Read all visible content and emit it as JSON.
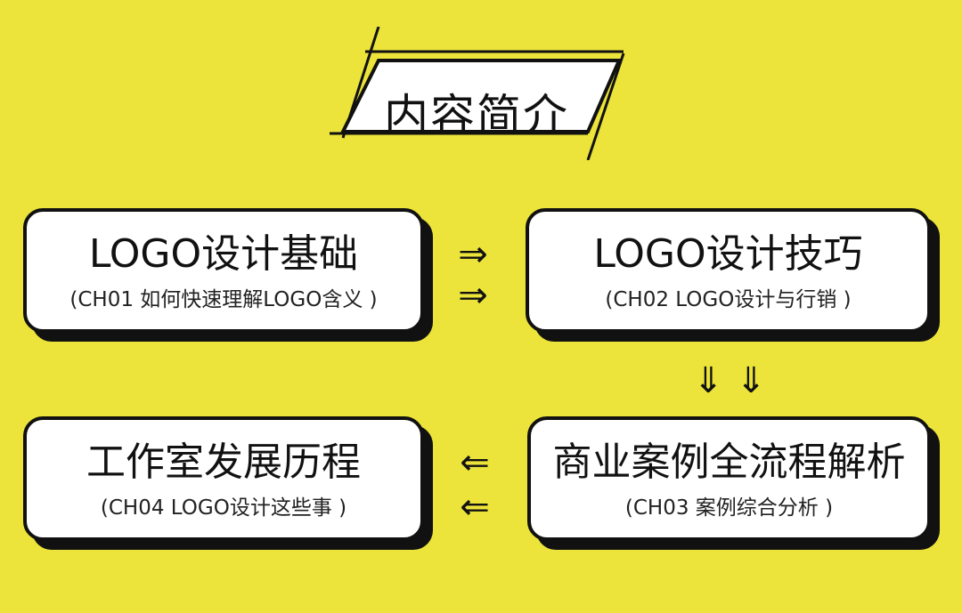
{
  "title": "内容简介",
  "boxes": [
    {
      "title": "LOGO设计基础",
      "subtitle": "(CH01 如何快速理解LOGO含义 )"
    },
    {
      "title": "LOGO设计技巧",
      "subtitle": "(CH02 LOGO设计与行销 )"
    },
    {
      "title": "商业案例全流程解析",
      "subtitle": "(CH03 案例综合分析 )"
    },
    {
      "title": "工作室发展历程",
      "subtitle": "(CH04 LOGO设计这些事 )"
    }
  ],
  "arrows": {
    "right": "⇒",
    "down": "⇓",
    "left": "⇐"
  },
  "colors": {
    "background": "#ece43a",
    "box": "#ffffff",
    "ink": "#111111"
  }
}
